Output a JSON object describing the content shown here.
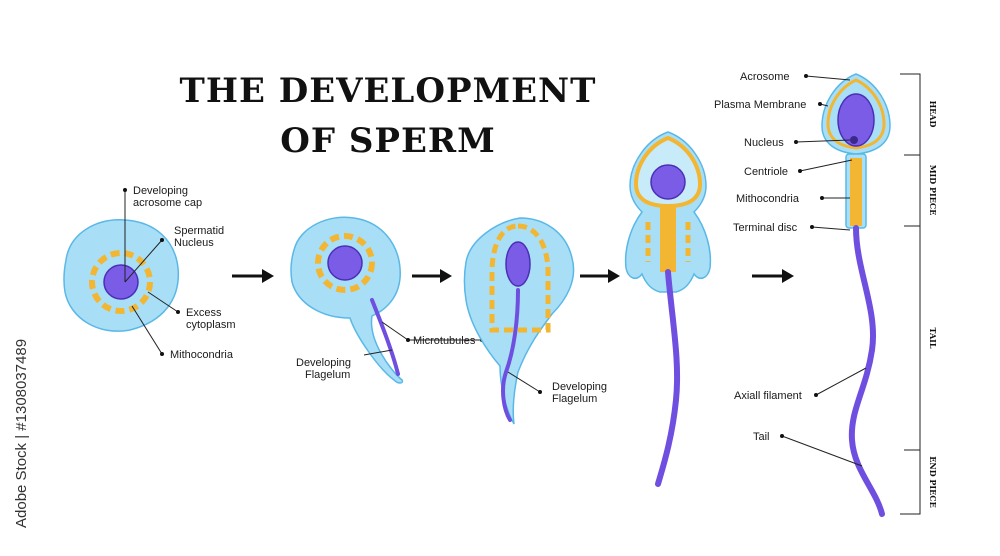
{
  "title": {
    "line1": "THE DEVELOPMENT",
    "line2": "OF SPERM"
  },
  "stage1": {
    "developing_acrosome_cap": [
      "Developing",
      "acrosome cap"
    ],
    "spermatid_nucleus": [
      "Spermatid",
      "Nucleus"
    ],
    "excess_cytoplasm": [
      "Excess",
      "cytoplasm"
    ],
    "mithocondria": "Mithocondria"
  },
  "stage2": {
    "microtubules": "Microtubules",
    "developing_flagelum": [
      "Developing",
      "Flagelum"
    ]
  },
  "stage3": {
    "developing_flagelum": [
      "Developing",
      "Flagelum"
    ]
  },
  "mature": {
    "acrosome": "Acrosome",
    "plasma_membrane": "Plasma Membrane",
    "nucleus": "Nucleus",
    "centriole": "Centriole",
    "mithocondria": "Mithocondria",
    "terminal_disc": "Terminal disc",
    "axial_filament": "Axiall filament",
    "tail": "Tail"
  },
  "sections": {
    "head": "HEAD",
    "mid_piece": "MID PIECE",
    "tail": "TAIL",
    "end_piece": "END PIECE"
  },
  "stock": {
    "text": "Adobe Stock | #1308037489"
  },
  "colors": {
    "cytoplasm": "#a8dff7",
    "membrane": "#5ab8e6",
    "nucleus": "#7b5ce6",
    "acrosome": "#f2b632",
    "flagellum": "#6f4fe0"
  }
}
